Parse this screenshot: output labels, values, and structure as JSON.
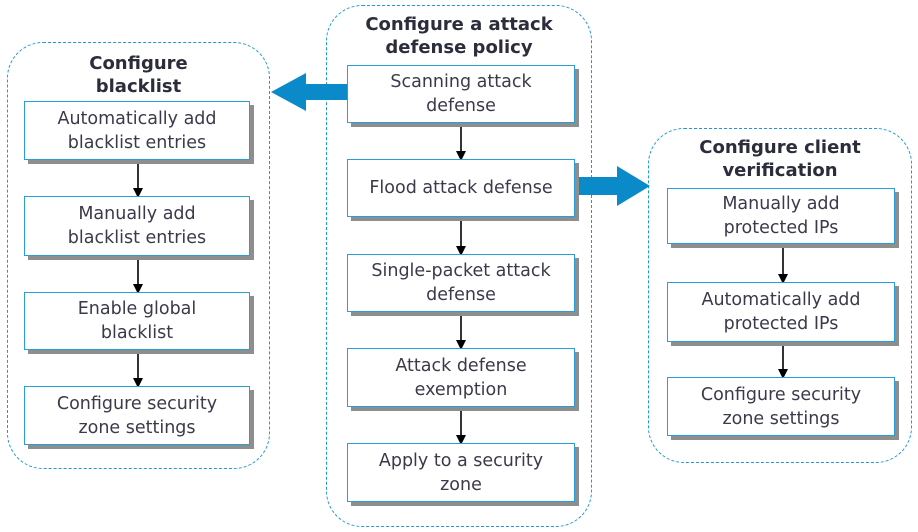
{
  "groups": {
    "blacklist": {
      "title": "Configure\nblacklist",
      "steps": [
        "Automatically add\nblacklist entries",
        "Manually add\nblacklist entries",
        "Enable global\nblacklist",
        "Configure security\nzone settings"
      ]
    },
    "policy": {
      "title": "Configure a attack\ndefense policy",
      "steps": [
        "Scanning attack\ndefense",
        "Flood attack defense",
        "Single-packet attack\ndefense",
        "Attack defense\nexemption",
        "Apply to a security\nzone"
      ]
    },
    "client": {
      "title": "Configure client\nverification",
      "steps": [
        "Manually add\nprotected IPs",
        "Automatically add\nprotected IPs",
        "Configure security\nzone settings"
      ]
    }
  },
  "colors": {
    "border": "#1e9ad0",
    "arrow_fill": "#0a8ac8",
    "flow_arrow": "#000000",
    "shadow": "#8e8e8e"
  }
}
